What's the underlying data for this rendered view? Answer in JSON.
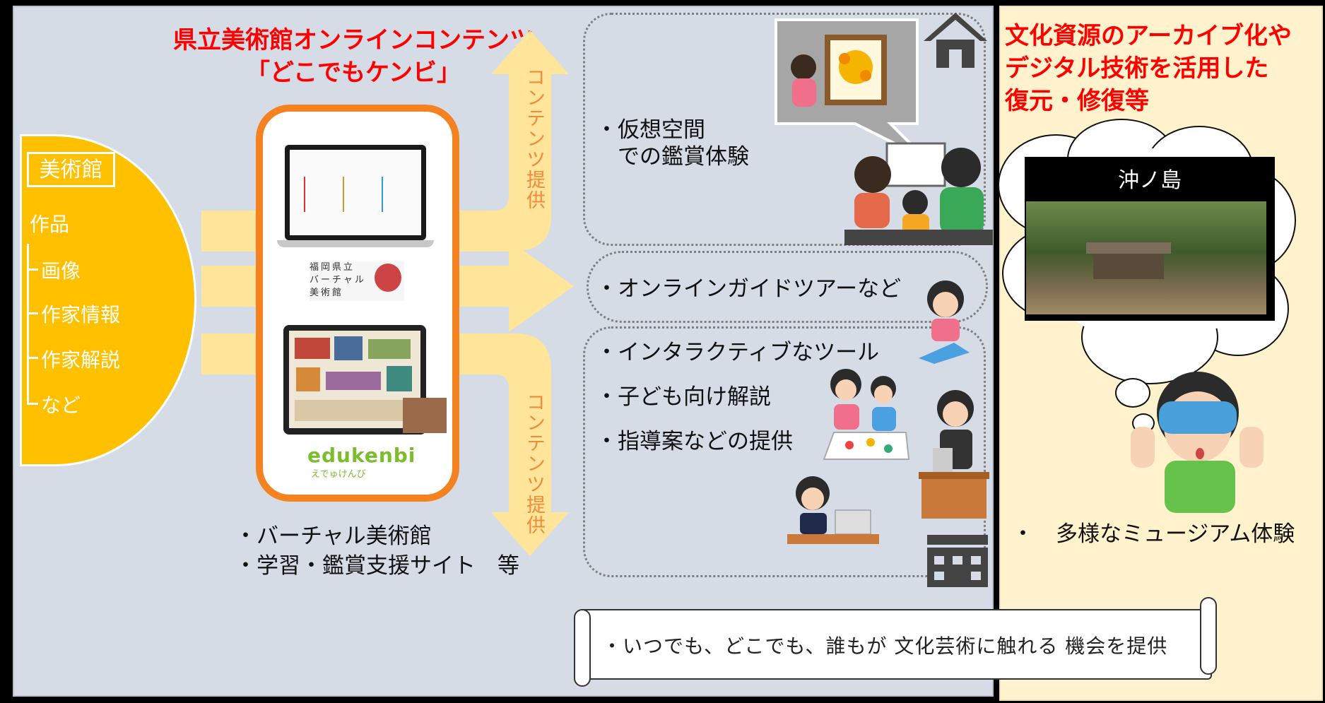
{
  "title": {
    "line1": "県立美術館オンラインコンテンツ",
    "line2": "「どこでもケンビ」"
  },
  "museum": {
    "label": "美術館",
    "items": [
      "作品",
      "画像",
      "作家情報",
      "作家解説",
      "など"
    ]
  },
  "devices": {
    "laptop_caption": [
      "福岡県立",
      "バーチャル",
      "美術館"
    ],
    "app_logo": "edukenbi",
    "app_logo_sub": "えでゅけんび"
  },
  "flow_labels": {
    "top": "コンテンツ提供",
    "bottom": "コンテンツ提供"
  },
  "products": {
    "line1": "・バーチャル美術館",
    "line2": "・学習・鑑賞支援サイト　等"
  },
  "home_box": {
    "line1": "・仮想空間",
    "line2": "　での鑑賞体験"
  },
  "tour_box": {
    "text": "・オンラインガイドツアーなど"
  },
  "school_box": {
    "items": [
      "・インタラクティブなツール",
      "・子ども向け解説",
      "・指導案などの提供"
    ]
  },
  "banner": {
    "text": "・いつでも、どこでも、誰もが 文化芸術に触れる 機会を提供"
  },
  "right": {
    "title_lines": [
      "文化資源のアーカイブ化や",
      "デジタル技術を活用した",
      "復元・修復等"
    ],
    "photo_caption": "沖ノ島",
    "experience": "・　多様なミュージアム体験"
  },
  "colors": {
    "accent_red": "#ff0000",
    "museum_yellow": "#ffc000",
    "arrow_band": "#fee599",
    "device_orange": "#f58220",
    "flow_text": "#f08a3c",
    "left_bg": "#d6dce6",
    "right_bg": "#fff2cc"
  },
  "icons": [
    "house-icon",
    "school-building-icon",
    "speech-bubble-icon",
    "thought-cloud-icon"
  ]
}
